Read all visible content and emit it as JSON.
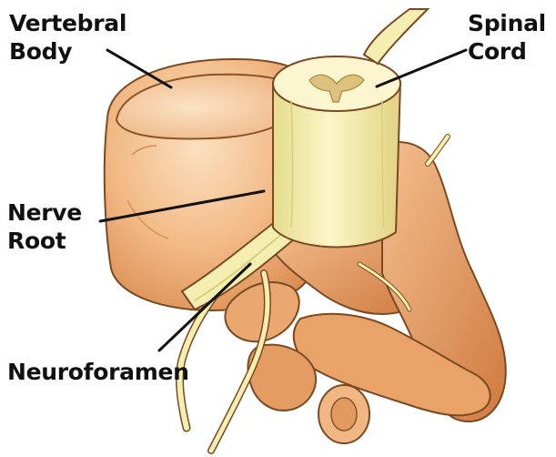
{
  "labels": {
    "vertebral_body": {
      "line1": "Vertebral",
      "line2": "Body"
    },
    "spinal_cord": {
      "line1": "Spinal",
      "line2": "Cord"
    },
    "nerve_root": {
      "line1": "Nerve",
      "line2": "Root"
    },
    "neuroforamen": {
      "line1": "Neuroforamen"
    }
  },
  "colors": {
    "bone_light": "#f5c79a",
    "bone_mid": "#e8a06a",
    "bone_dark": "#c8733d",
    "nerve": "#f4efb0",
    "nerve_shadow": "#d9cf7a",
    "cord_gray": "#dcc27e",
    "outline": "#7a4a22",
    "leader": "#111111"
  }
}
